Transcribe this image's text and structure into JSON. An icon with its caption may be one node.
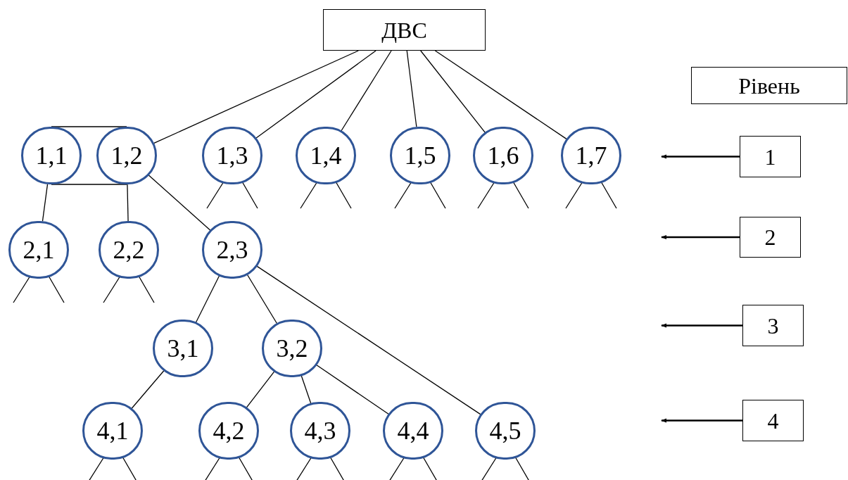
{
  "diagram": {
    "nodes": [
      {
        "text": [
          "ДВС"
        ]
      },
      {
        "text": [
          "1,1"
        ]
      },
      {
        "text": [
          "1,2"
        ]
      },
      {
        "text": [
          "1,3"
        ]
      },
      {
        "text": [
          "1,4"
        ]
      },
      {
        "text": [
          "1,5"
        ]
      },
      {
        "text": [
          "1,6"
        ]
      },
      {
        "text": [
          "1,7"
        ]
      },
      {
        "text": [
          "2,1"
        ]
      },
      {
        "text": [
          "2,2"
        ]
      },
      {
        "text": [
          "2,3"
        ]
      },
      {
        "text": [
          "3,1"
        ]
      },
      {
        "text": [
          "3,2"
        ]
      },
      {
        "text": [
          "4,1"
        ]
      },
      {
        "text": [
          "4,2"
        ]
      },
      {
        "text": [
          "4,3"
        ]
      },
      {
        "text": [
          "4,4"
        ]
      },
      {
        "text": [
          "4,5"
        ]
      },
      {
        "text": [
          "Рівень"
        ]
      },
      {
        "text": [
          "1"
        ]
      },
      {
        "text": [
          "2"
        ]
      },
      {
        "text": [
          "3"
        ]
      },
      {
        "text": [
          "4"
        ]
      }
    ],
    "edges": [
      {
        "from": 0,
        "to": 2,
        "arrow": "none"
      },
      {
        "from": 0,
        "to": 3,
        "arrow": "none"
      },
      {
        "from": 0,
        "to": 4,
        "arrow": "none"
      },
      {
        "from": 0,
        "to": 5,
        "arrow": "none"
      },
      {
        "from": 0,
        "to": 6,
        "arrow": "none"
      },
      {
        "from": 0,
        "to": 7,
        "arrow": "none"
      },
      {
        "from": 1,
        "to": 2,
        "arrow": "none"
      },
      {
        "from": 1,
        "to": 2,
        "arrow": "none"
      },
      {
        "from": 1,
        "to": 8,
        "arrow": "none"
      },
      {
        "from": 2,
        "to": 9,
        "arrow": "none"
      },
      {
        "from": 2,
        "to": 10,
        "arrow": "none"
      },
      {
        "from": 10,
        "to": 11,
        "arrow": "none"
      },
      {
        "from": 10,
        "to": 12,
        "arrow": "none"
      },
      {
        "from": 10,
        "to": 17,
        "arrow": "none"
      },
      {
        "from": 11,
        "to": 13,
        "arrow": "none"
      },
      {
        "from": 12,
        "to": 14,
        "arrow": "none"
      },
      {
        "from": 12,
        "to": 15,
        "arrow": "none"
      },
      {
        "from": 12,
        "to": 16,
        "arrow": "none"
      },
      {
        "from": 19,
        "to": null,
        "arrow": "to"
      },
      {
        "from": 20,
        "to": null,
        "arrow": "to"
      },
      {
        "from": 21,
        "to": null,
        "arrow": "to"
      },
      {
        "from": 22,
        "to": null,
        "arrow": "to"
      }
    ]
  }
}
